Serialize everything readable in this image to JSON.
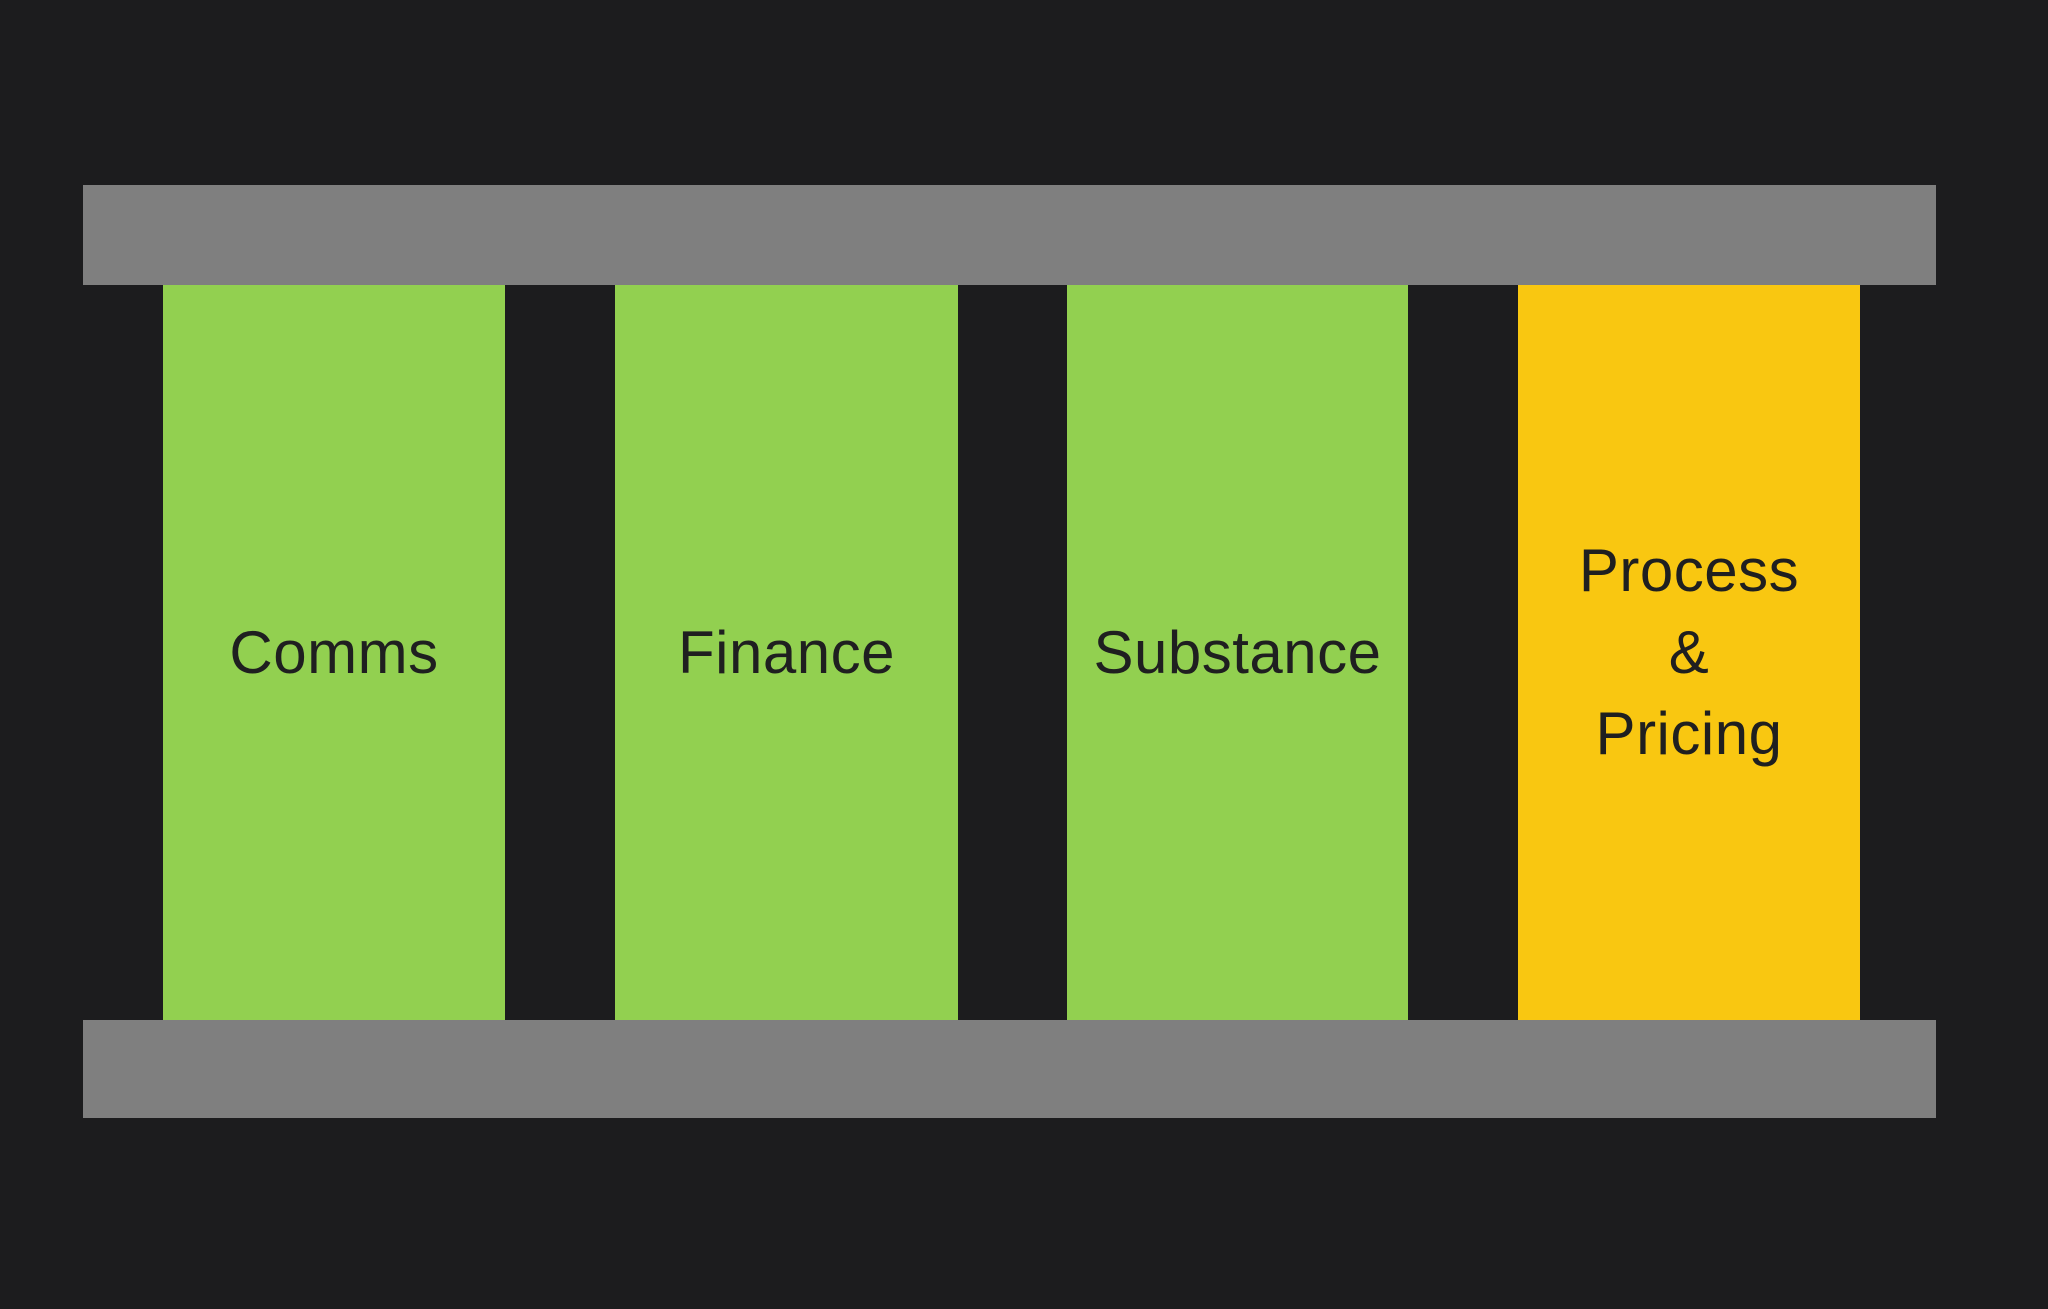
{
  "diagram": {
    "type": "pillar-diagram",
    "colors": {
      "background": "#1C1C1E",
      "beam": "#7F7F7F",
      "pillar_green": "#92D050",
      "pillar_yellow": "#F9C711",
      "label_text": "#1F1F20"
    },
    "beams": {
      "top_label": "",
      "bottom_label": ""
    },
    "pillars": [
      {
        "label": "Comms",
        "color": "#92D050",
        "status": "green"
      },
      {
        "label": "Finance",
        "color": "#92D050",
        "status": "green"
      },
      {
        "label": "Substance",
        "color": "#92D050",
        "status": "green"
      },
      {
        "label": "Process\n&\nPricing",
        "color": "#F9C711",
        "status": "yellow"
      }
    ]
  }
}
